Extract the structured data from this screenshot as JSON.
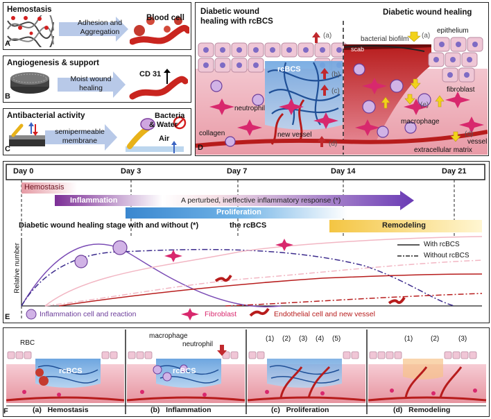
{
  "panel_a": {
    "letter": "A",
    "title": "Hemostasis",
    "arrow_text": "Adhesion and Aggregation",
    "target": "Blood cell"
  },
  "panel_b": {
    "letter": "B",
    "title": "Angiogenesis & support",
    "arrow_text": "Moist wound healing",
    "marker": "CD 31"
  },
  "panel_c": {
    "letter": "C",
    "title": "Antibacterial  activity",
    "arrow_text": "semipermeable membrane",
    "label1": "Bacteria",
    "label2": "& Water",
    "label3": "Air"
  },
  "panel_d": {
    "letter": "D",
    "left_title": "Diabetic wound healing with rcBCS",
    "right_title": "Diabetic wound healing",
    "rcbcs": "rcBCS",
    "neutrophil": "neutrophil",
    "collagen": "collagen",
    "new_vessel": "new vessel",
    "bacterial_biofilm": "bacterial biofilm",
    "scab": "scab",
    "epithelium": "epithelium",
    "fibroblast": "fibroblast",
    "macrophage": "macrophage",
    "vessel": "vessel",
    "ecm": "extracellular matrix",
    "markers": [
      "(a)",
      "(b)",
      "(c)",
      "(d)",
      "(e)"
    ],
    "colors": {
      "up_arrow": "#c0282d",
      "down_arrow": "#f2d21b",
      "blood": "#c9251f",
      "gel": "#4d8fd6"
    }
  },
  "panel_e": {
    "letter": "E",
    "days": [
      "Day 0",
      "Day 3",
      "Day 7",
      "Day 14",
      "Day 21"
    ],
    "phases": {
      "hemostasis": "Hemostasis",
      "inflammation": "Inflammation",
      "perturbed": "A perturbed, ineffective inflammatory response (*)",
      "proliferation": "Proliferation",
      "remodeling": "Remodeling"
    },
    "stage_title_a": "Diabetic wound healing stage with and without  (*)",
    "stage_title_b": "the rcBCS",
    "ylabel": "Relative number",
    "legend_with": "With  rcBCS",
    "legend_without": "Without rcBCS",
    "legend_items": [
      "Inflammation cell and reaction",
      "Fibroblast",
      "Endothelial cell and new vessel"
    ]
  },
  "panel_f": {
    "letter": "F",
    "rbc": "RBC",
    "rcbcs": "rcBCS",
    "macrophage": "macrophage",
    "neutrophil": "neutrophil",
    "stages": [
      "(a)   Hemostasis",
      "(b)   Inflammation",
      "(c)   Proliferation",
      "(d)   Remodeling"
    ],
    "markers_c": [
      "(1)",
      "(2)",
      "(3)",
      "(4)",
      "(5)"
    ],
    "markers_d": [
      "(1)",
      "(2)",
      "(3)"
    ]
  }
}
